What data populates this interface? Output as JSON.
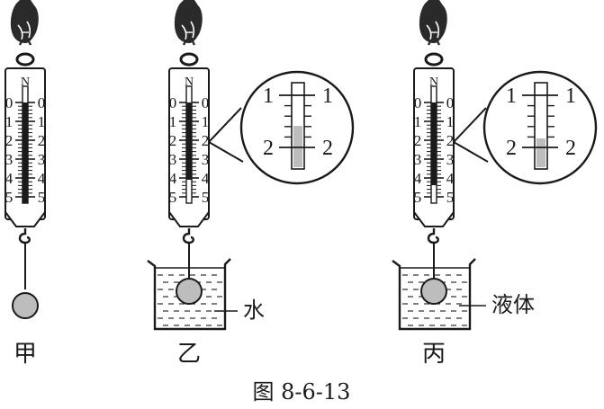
{
  "setups": [
    {
      "label": "甲",
      "unit": "N",
      "scale_numbers": [
        "0",
        "1",
        "2",
        "3",
        "4",
        "5"
      ],
      "liquid_label": ""
    },
    {
      "label": "乙",
      "unit": "N",
      "scale_numbers": [
        "0",
        "1",
        "2",
        "3",
        "4",
        "5"
      ],
      "liquid_label": "水",
      "magnifier_numbers": [
        "1",
        "2"
      ]
    },
    {
      "label": "丙",
      "unit": "N",
      "scale_numbers": [
        "0",
        "1",
        "2",
        "3",
        "4",
        "5"
      ],
      "liquid_label": "液体",
      "magnifier_numbers": [
        "1",
        "2"
      ]
    }
  ],
  "caption": "图 8-6-13"
}
